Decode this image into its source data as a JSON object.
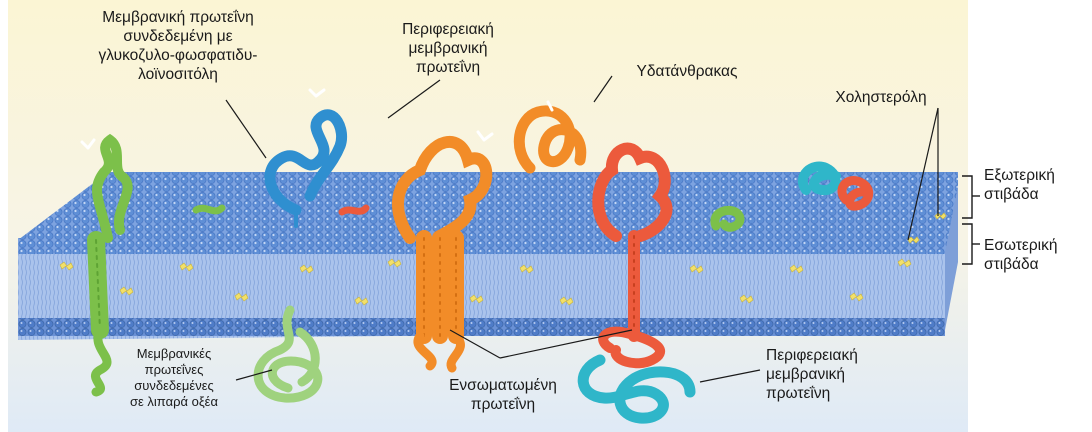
{
  "labels": {
    "gpi_protein": "Μεμβρανική πρωτεΐνη\nσυνδεδεμένη με\nγλυκοζυλο-φωσφατιδυ-\nλοϊνοσιτόλη",
    "peripheral_top": "Περιφερειακή\nμεμβρανική\nπρωτεΐνη",
    "carbohydrate": "Υδατάνθρακας",
    "cholesterol": "Χοληστερόλη",
    "outer_leaflet": "Εξωτερική\nστιβάδα",
    "inner_leaflet": "Εσωτερική\nστιβάδα",
    "fatty_acid_proteins": "Μεμβρανικές\nπρωτεΐνες\nσυνδεδεμένες\nσε λιπαρά οξέα",
    "integral_protein": "Ενσωματωμένη\nπρωτεΐνη",
    "peripheral_bottom": "Περιφερειακή\nμεμβρανική\nπρωτεΐνη"
  },
  "colors": {
    "background_top": "#fbf6dc",
    "background_bottom": "#e4eef7",
    "outer_leaflet_heads": "#5f8fd6",
    "inner_leaflet_heads": "#4f7cc8",
    "tails": "#9cb8e6",
    "cholesterol": "#f2e06a",
    "protein_orange": "#f28c28",
    "protein_red": "#ec5a3c",
    "protein_blue": "#2f8fd0",
    "protein_cyan": "#2fb6c9",
    "protein_green": "#7cc04a",
    "protein_light_green": "#9fd27e"
  }
}
